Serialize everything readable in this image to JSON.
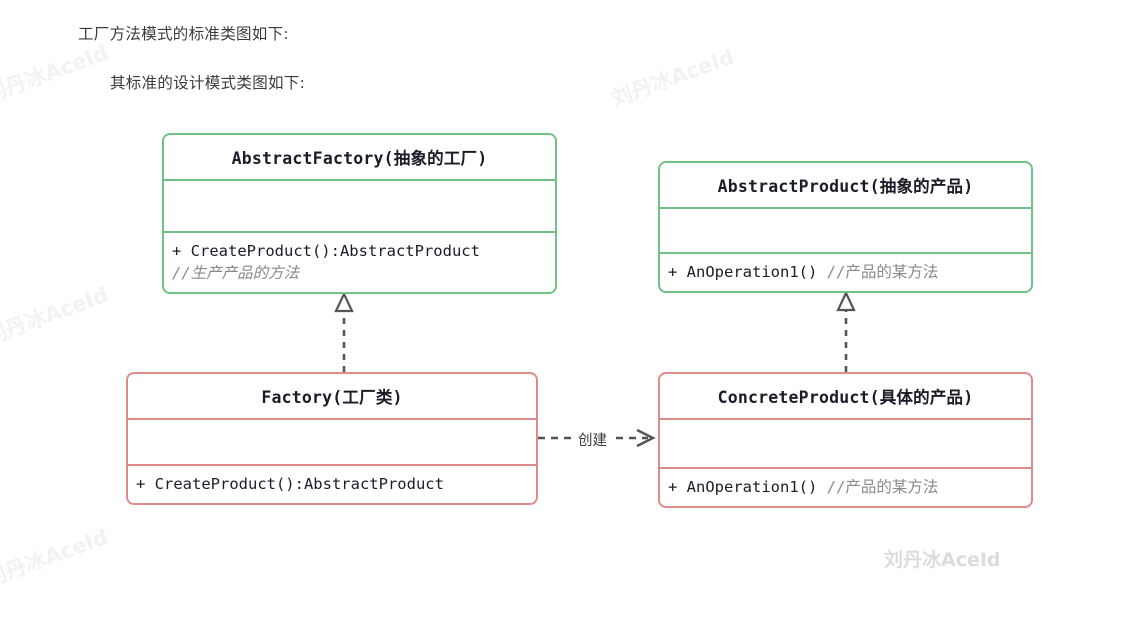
{
  "page": {
    "headings": [
      "工厂方法模式的标准类图如下:",
      "其标准的设计模式类图如下:"
    ]
  },
  "watermarks": {
    "text": "刘丹冰AceId",
    "main_color": "#dcdcdc",
    "faint_color": "#f2f2f2"
  },
  "theme": {
    "abstract_border": "#72c285",
    "concrete_border": "#e08b8b",
    "text_color": "#1c1c28",
    "comment_color": "#8a8a8a",
    "connector_color": "#555555",
    "background": "#ffffff"
  },
  "diagram": {
    "type": "uml-class-diagram",
    "classes": [
      {
        "id": "abstract-factory",
        "title": "AbstractFactory(抽象的工厂)",
        "stereotype": "abstract",
        "border_color": "#72c285",
        "attributes": [],
        "operations": [
          {
            "signature": "+ CreateProduct():AbstractProduct",
            "comment": "//生产产品的方法",
            "comment_on_new_line": true
          }
        ]
      },
      {
        "id": "abstract-product",
        "title": "AbstractProduct(抽象的产品)",
        "stereotype": "abstract",
        "border_color": "#72c285",
        "attributes": [],
        "operations": [
          {
            "signature": "+ AnOperation1()",
            "comment": "//产品的某方法",
            "comment_on_new_line": false
          }
        ]
      },
      {
        "id": "factory",
        "title": "Factory(工厂类)",
        "stereotype": "concrete",
        "border_color": "#e08b8b",
        "attributes": [],
        "operations": [
          {
            "signature": "+ CreateProduct():AbstractProduct",
            "comment": "",
            "comment_on_new_line": false
          }
        ]
      },
      {
        "id": "concrete-product",
        "title": "ConcreteProduct(具体的产品)",
        "stereotype": "concrete",
        "border_color": "#e08b8b",
        "attributes": [],
        "operations": [
          {
            "signature": "+ AnOperation1()",
            "comment": "//产品的某方法",
            "comment_on_new_line": false
          }
        ]
      }
    ],
    "relations": [
      {
        "id": "factory-realizes-abstractfactory",
        "from": "factory",
        "to": "abstract-factory",
        "kind": "realization",
        "line": "dashed",
        "arrowhead": "hollow-triangle",
        "label": ""
      },
      {
        "id": "concreteproduct-realizes-abstractproduct",
        "from": "concrete-product",
        "to": "abstract-product",
        "kind": "realization",
        "line": "dashed",
        "arrowhead": "hollow-triangle",
        "label": ""
      },
      {
        "id": "factory-creates-concreteproduct",
        "from": "factory",
        "to": "concrete-product",
        "kind": "dependency",
        "line": "dashed",
        "arrowhead": "open-arrow",
        "label": "创建"
      }
    ]
  }
}
